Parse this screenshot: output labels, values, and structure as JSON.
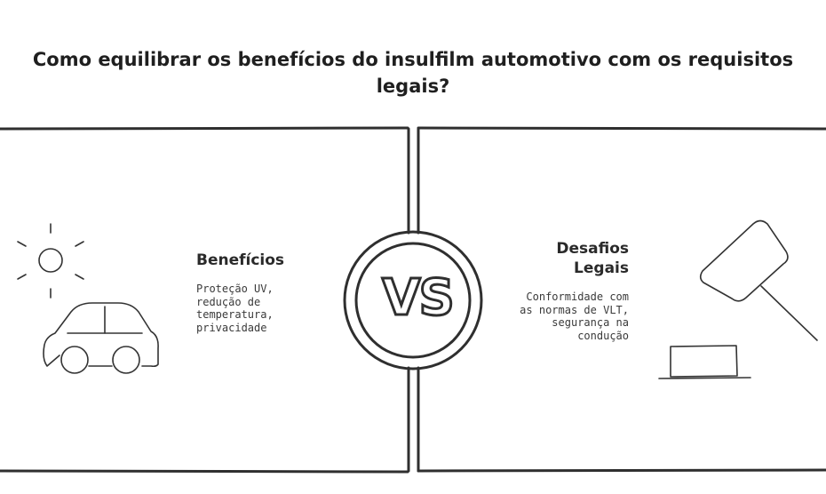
{
  "title": {
    "line1": "Como equilibrar os benefícios do insulfilm automotivo com os requisitos",
    "line2": "legais?"
  },
  "left_panel": {
    "heading": "Benefícios",
    "body_lines": [
      "Proteção UV,",
      "redução de",
      "temperatura,",
      "privacidade"
    ],
    "icons": [
      "sun-icon",
      "car-icon"
    ]
  },
  "right_panel": {
    "heading_lines": [
      "Desafios",
      "Legais"
    ],
    "body_lines": [
      "Conformidade com",
      "as normas de VLT,",
      "segurança na",
      "condução"
    ],
    "icons": [
      "gavel-icon"
    ]
  },
  "center": {
    "label": "VS"
  },
  "colors": {
    "stroke": "#2f2f2f",
    "background": "#ffffff"
  }
}
